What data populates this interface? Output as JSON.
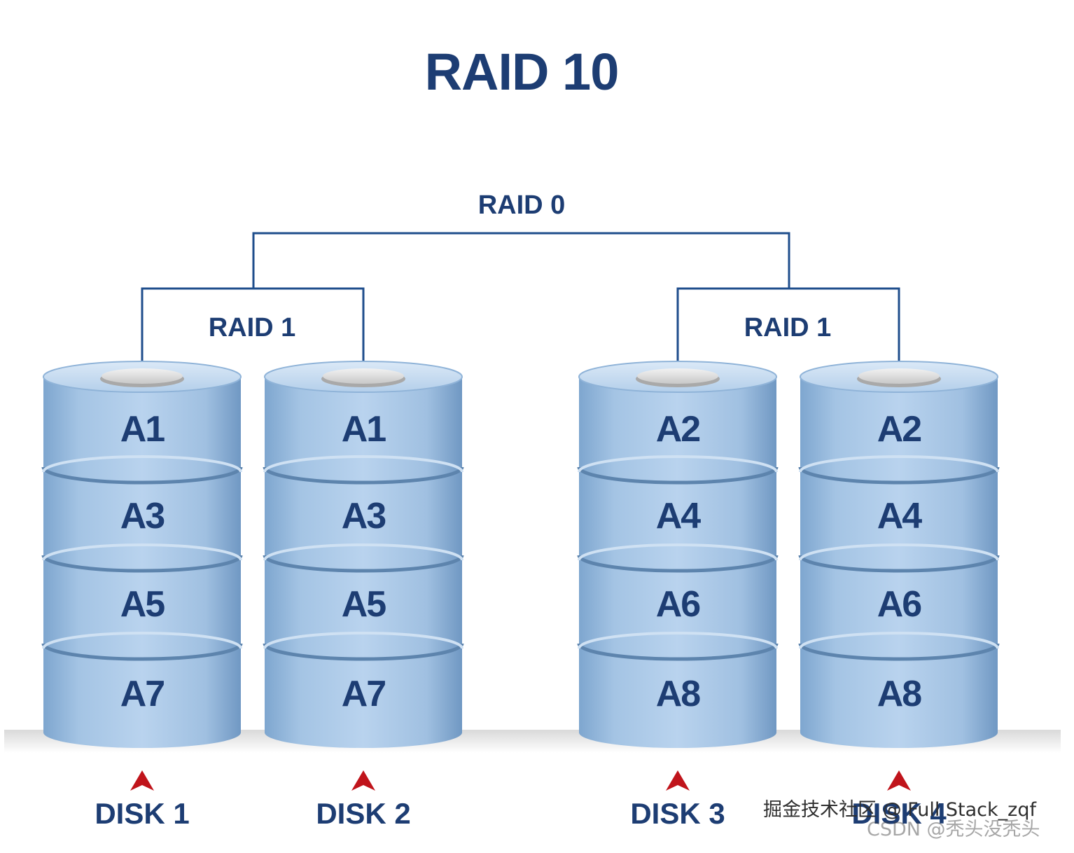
{
  "diagram": {
    "title": "RAID 10",
    "top_level_label": "RAID 0",
    "mirror_groups": [
      {
        "label": "RAID 1",
        "disks": [
          {
            "name": "DISK 1",
            "blocks": [
              "A1",
              "A3",
              "A5",
              "A7"
            ]
          },
          {
            "name": "DISK 2",
            "blocks": [
              "A1",
              "A3",
              "A5",
              "A7"
            ]
          }
        ]
      },
      {
        "label": "RAID 1",
        "disks": [
          {
            "name": "DISK 3",
            "blocks": [
              "A2",
              "A4",
              "A6",
              "A8"
            ]
          },
          {
            "name": "DISK 4",
            "blocks": [
              "A2",
              "A4",
              "A6",
              "A8"
            ]
          }
        ]
      }
    ]
  },
  "watermarks": {
    "juejin": "掘金技术社区 @ Full Stack_zqf",
    "csdn": "CSDN @秃头没秃头"
  },
  "colors": {
    "title": "#1d3d73",
    "lines": "#1f4e8c",
    "disk_face": "#a8c7e6",
    "disk_top": "#c9def2",
    "disk_text": "#1d3d73",
    "arrow": "#c0141b"
  }
}
